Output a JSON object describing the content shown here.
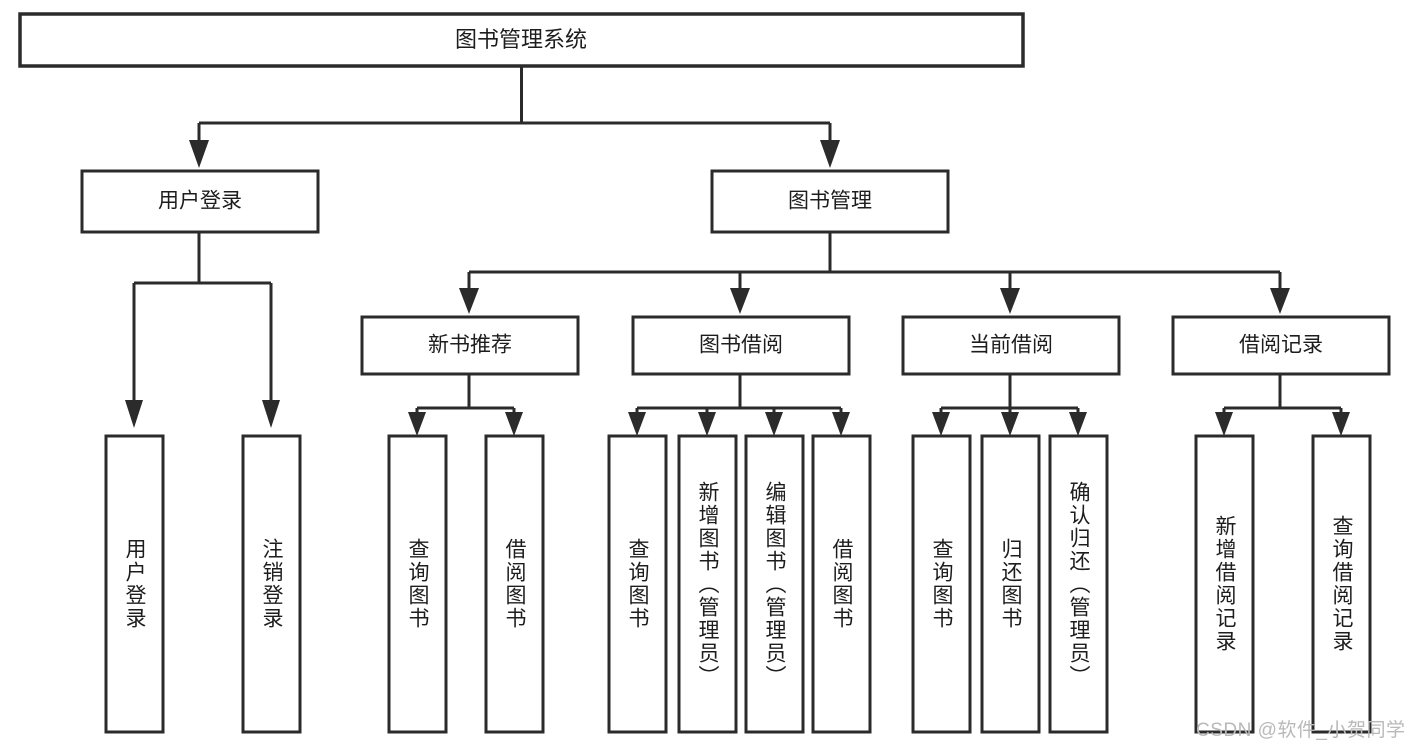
{
  "diagram": {
    "type": "tree",
    "title": "图书管理系统",
    "watermark": "CSDN @软件_小贺同学",
    "colors": {
      "box_stroke": "#2b2b2b",
      "box_fill": "#ffffff",
      "text": "#1d1d1d",
      "watermark": "#b9b9b9",
      "background": "#ffffff"
    },
    "root": {
      "label": "图书管理系统"
    },
    "level2": [
      {
        "label": "用户登录"
      },
      {
        "label": "图书管理"
      }
    ],
    "level3": [
      {
        "label": "新书推荐"
      },
      {
        "label": "图书借阅"
      },
      {
        "label": "当前借阅"
      },
      {
        "label": "借阅记录"
      }
    ],
    "leaves": {
      "user_login": [
        {
          "label": "用户登录"
        },
        {
          "label": "注销登录"
        }
      ],
      "new_book_recommend": [
        {
          "label": "查询图书"
        },
        {
          "label": "借阅图书"
        }
      ],
      "book_borrow": [
        {
          "label": "查询图书"
        },
        {
          "label": "新增图书（管理员）"
        },
        {
          "label": "编辑图书（管理员）"
        },
        {
          "label": "借阅图书"
        }
      ],
      "current_borrow": [
        {
          "label": "查询图书"
        },
        {
          "label": "归还图书"
        },
        {
          "label": "确认归还（管理员）"
        }
      ],
      "borrow_record": [
        {
          "label": "新增借阅记录"
        },
        {
          "label": "查询借阅记录"
        }
      ]
    }
  }
}
